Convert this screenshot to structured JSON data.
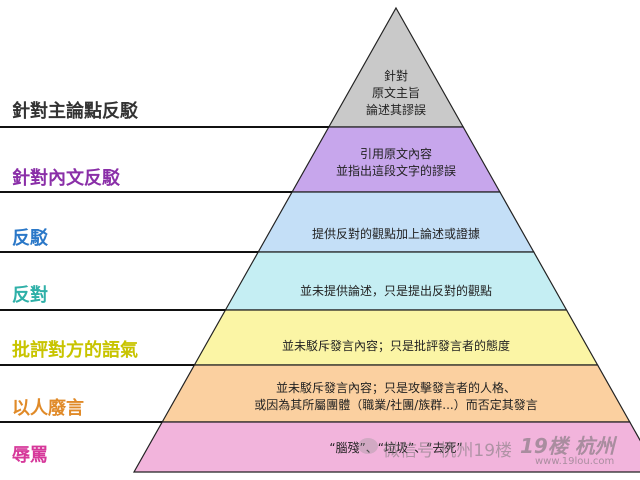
{
  "levels": [
    {
      "label": "針對主論點反駁",
      "label_color": "#333333",
      "band_color": "#c9c9c9",
      "desc": [
        "針對",
        "原文主旨",
        "論述其謬誤"
      ]
    },
    {
      "label": "針對內文反駁",
      "label_color": "#8a2fa8",
      "band_color": "#c7a6ec",
      "desc": [
        "引用原文內容",
        "並指出這段文字的謬誤"
      ]
    },
    {
      "label": "反駁",
      "label_color": "#2b78c8",
      "band_color": "#c4dff7",
      "desc": [
        "提供反對的觀點加上論述或證據"
      ]
    },
    {
      "label": "反對",
      "label_color": "#2fb0a8",
      "band_color": "#c5eef3",
      "desc": [
        "並未提供論述，只是提出反對的觀點"
      ]
    },
    {
      "label": "批評對方的語氣",
      "label_color": "#c8c400",
      "band_color": "#fbf5a5",
      "desc": [
        "並未駁斥發言內容；只是批評發言者的態度"
      ]
    },
    {
      "label": "以人廢言",
      "label_color": "#e08a28",
      "band_color": "#fbd0a0",
      "desc": [
        "並未駁斥發言內容；只是攻擊發言者的人格、",
        "或因為其所屬團體（職業/社團/族群...）而否定其發言"
      ]
    },
    {
      "label": "辱罵",
      "label_color": "#d6389a",
      "band_color": "#f2b4dc",
      "desc": [
        "“腦殘”、“垃圾”、“去死”"
      ]
    }
  ],
  "watermark": {
    "text": "微信号 杭州19楼",
    "logo": "19楼 杭州",
    "site": "www.19lou.com"
  }
}
